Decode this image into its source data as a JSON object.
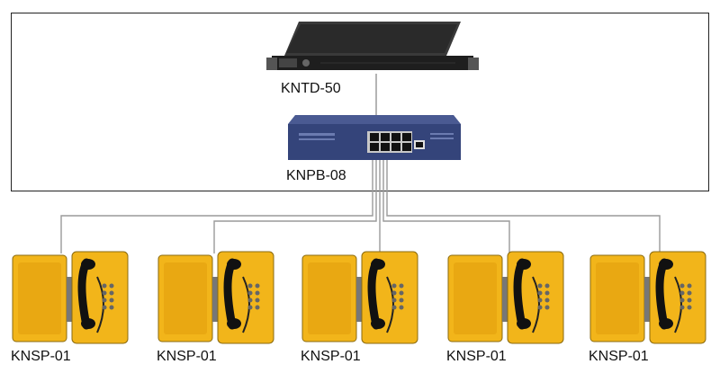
{
  "server": {
    "label": "KNTD-50"
  },
  "switch": {
    "label": "KNPB-08"
  },
  "phones": [
    {
      "label": "KNSP-01"
    },
    {
      "label": "KNSP-01"
    },
    {
      "label": "KNSP-01"
    },
    {
      "label": "KNSP-01"
    },
    {
      "label": "KNSP-01"
    }
  ],
  "colors": {
    "frame": "#222222",
    "wire": "#9a9a9a",
    "phone_body": "#f2b51a",
    "switch_body": "#3a4a80",
    "server_body": "#2b2b2b"
  }
}
